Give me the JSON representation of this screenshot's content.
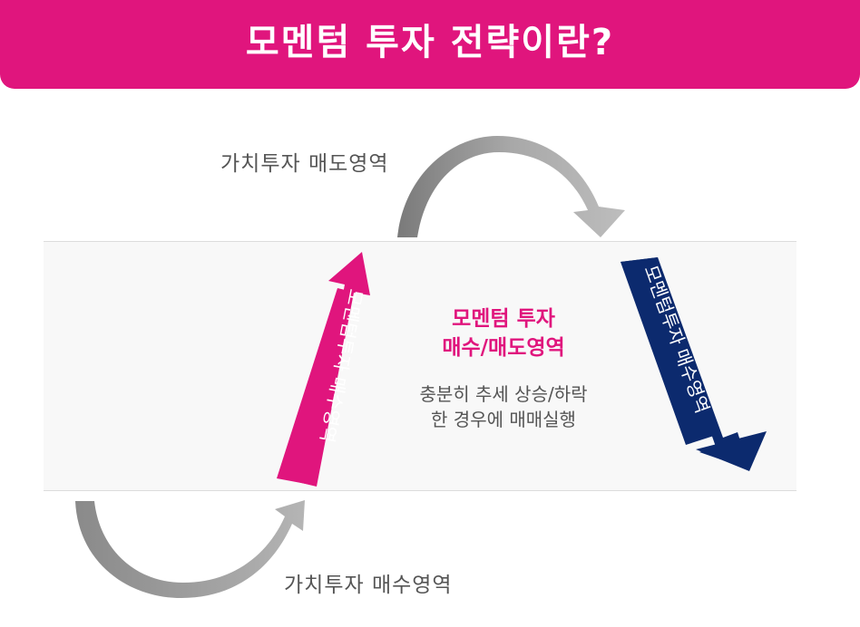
{
  "header": {
    "title": "모멘텀 투자 전략이란?"
  },
  "diagram": {
    "value_sell_label": "가치투자 매도영역",
    "value_buy_label": "가치투자 매수영역",
    "momentum_buy_label": "모멘텀투자   매수영역",
    "momentum_sell_label": "모멘텀투자   매수영역",
    "center_title_line1": "모멘텀 투자",
    "center_title_line2": "매수/매도영역",
    "center_desc_line1": "충분히 추세 상승/하락",
    "center_desc_line2": "한 경우에 매매실행"
  },
  "colors": {
    "accent_pink": "#e0157d",
    "navy": "#0c2a6e",
    "gray_arrow": "#9a9a9a",
    "text_gray": "#555555"
  }
}
